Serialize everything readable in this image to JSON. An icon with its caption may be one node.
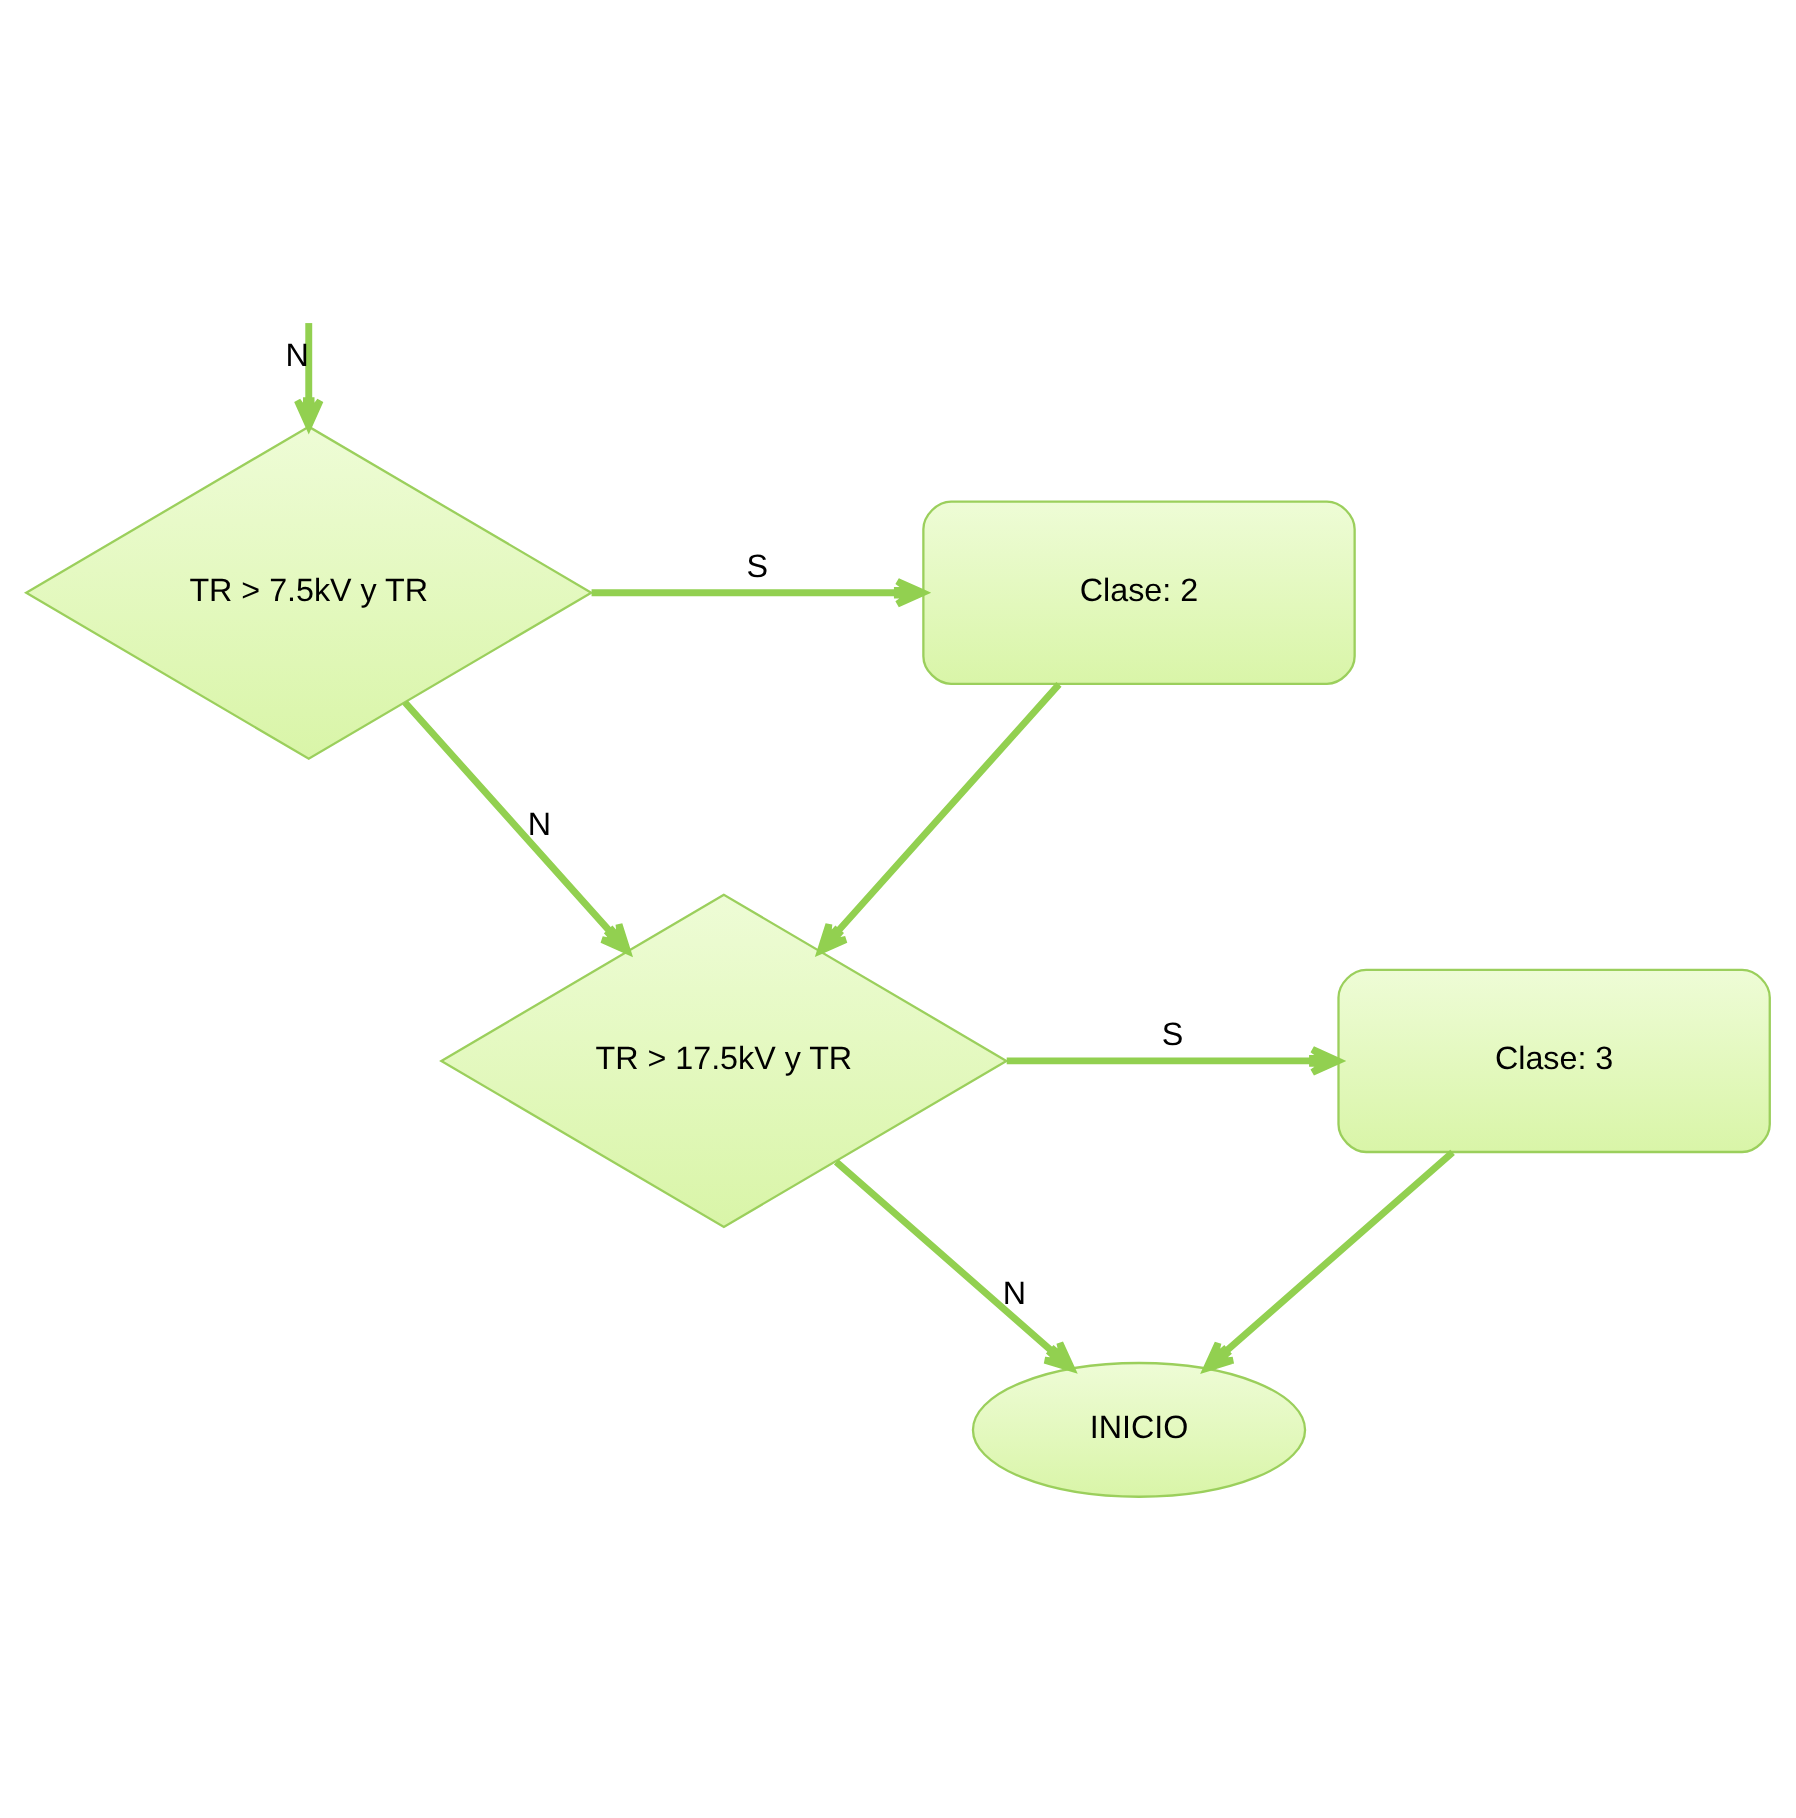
{
  "diagram": {
    "nodes": [
      {
        "text": [
          "TR > 7.5kV y TR"
        ]
      },
      {
        "text": [
          "Clase: 2"
        ]
      },
      {
        "text": [
          "TR > 17.5kV y TR"
        ]
      },
      {
        "text": [
          "Clase: 3"
        ]
      },
      {
        "text": [
          "INICIO"
        ]
      }
    ],
    "edges": [
      {
        "from": null,
        "to": 0,
        "arrow": "to",
        "label": "N"
      },
      {
        "from": 0,
        "to": 1,
        "arrow": "to",
        "label": "S"
      },
      {
        "from": 0,
        "to": 2,
        "arrow": "to",
        "label": "N"
      },
      {
        "from": 1,
        "to": 2,
        "arrow": "to"
      },
      {
        "from": 2,
        "to": 3,
        "arrow": "to",
        "label": "S"
      },
      {
        "from": 3,
        "to": 4,
        "arrow": "to"
      },
      {
        "from": 2,
        "to": 4,
        "arrow": "to",
        "label": "N"
      }
    ]
  }
}
